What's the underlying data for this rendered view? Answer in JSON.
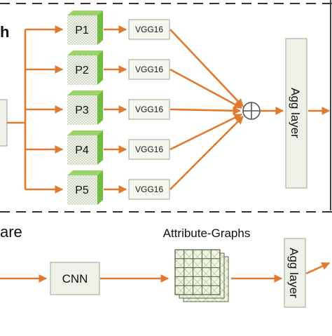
{
  "top_section": {
    "title_fragment": "h",
    "patches": [
      {
        "label": "P1",
        "model": "VGG16"
      },
      {
        "label": "P2",
        "model": "VGG16"
      },
      {
        "label": "P3",
        "model": "VGG16"
      },
      {
        "label": "P4",
        "model": "VGG16"
      },
      {
        "label": "P5",
        "model": "VGG16"
      }
    ],
    "combine_symbol": "⊕",
    "agg_label": "Agg layer"
  },
  "bottom_section": {
    "title_fragment": "are",
    "cnn_label": "CNN",
    "graphs_label": "Attribute-Graphs",
    "agg_label": "Agg layer"
  },
  "colors": {
    "arrow": "#e07a2e",
    "patch_front": "#eef1e8",
    "patch_top": "#9bd36a",
    "patch_side": "#6fbd3a",
    "box_fill": "#f4f7ee"
  }
}
